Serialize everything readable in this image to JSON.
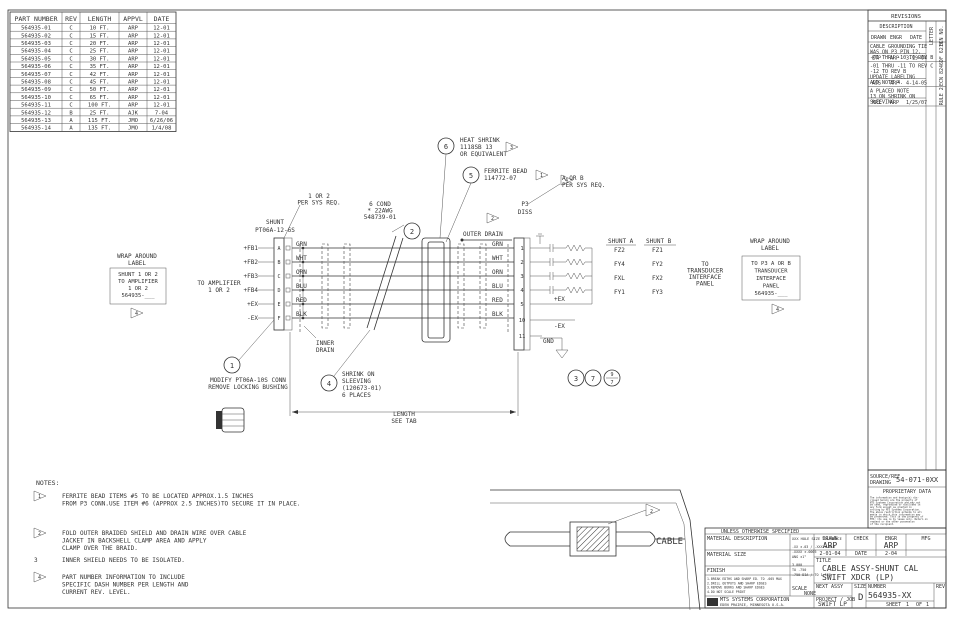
{
  "parts_table": {
    "headers": [
      "PART NUMBER",
      "REV",
      "LENGTH",
      "APPVL",
      "DATE"
    ],
    "rows": [
      [
        "564935-01",
        "C",
        "10 FT.",
        "ARP",
        "12-01"
      ],
      [
        "564935-02",
        "C",
        "15 FT.",
        "ARP",
        "12-01"
      ],
      [
        "564935-03",
        "C",
        "20 FT.",
        "ARP",
        "12-01"
      ],
      [
        "564935-04",
        "C",
        "25 FT.",
        "ARP",
        "12-01"
      ],
      [
        "564935-05",
        "C",
        "30 FT.",
        "ARP",
        "12-01"
      ],
      [
        "564935-06",
        "C",
        "35 FT.",
        "ARP",
        "12-01"
      ],
      [
        "564935-07",
        "C",
        "42 FT.",
        "ARP",
        "12-01"
      ],
      [
        "564935-08",
        "C",
        "45 FT.",
        "ARP",
        "12-01"
      ],
      [
        "564935-09",
        "C",
        "50 FT.",
        "ARP",
        "12-01"
      ],
      [
        "564935-10",
        "C",
        "65 FT.",
        "ARP",
        "12-01"
      ],
      [
        "564935-11",
        "C",
        "100 FT.",
        "ARP",
        "12-01"
      ],
      [
        "564935-12",
        "B",
        "25 FT.",
        "AJK",
        "7-04"
      ],
      [
        "564935-13",
        "A",
        "115 FT.",
        "JMO",
        "6/26/06"
      ],
      [
        "564935-14",
        "A",
        "135 FT.",
        "JMO",
        "1/4/08"
      ]
    ]
  },
  "revisions": {
    "title": "REVISIONS",
    "description_header": "DESCRIPTION",
    "sub_headers": [
      "DRAWN",
      "ENGR",
      "DATE"
    ],
    "letter_header": "LETTER",
    "ecn_header": "ECN NO.",
    "entries": [
      {
        "lines": [
          "CABLE GROUNDING TIE",
          "WAS ON P3 PIN 12,",
          "-01 THRU -10 TO REV B"
        ],
        "drawn": "ETP",
        "engr": "ARP",
        "date": "3-19-04",
        "ecn": "DF 6216"
      },
      {
        "lines": [
          "-01 THRU -11 TO REV C",
          "-12 TO REV B",
          "UPDATE LABELING",
          "ADD NOTE 4."
        ],
        "drawn": "AJS",
        "engr": "ARP",
        "date": "4-14-05",
        "ecn": "ECN 8246"
      },
      {
        "lines": [
          "A PLACED NOTE",
          "13 ON SHRINK ON",
          "SLEEVING"
        ],
        "drawn": "MRI",
        "engr": "ARP",
        "date": "1/25/07",
        "ecn": "RULE 2"
      }
    ]
  },
  "wiring": {
    "shunt_label": [
      "SHUNT",
      "PT06A-12-6S"
    ],
    "shunt_pins": [
      "+FB1",
      "+FB2",
      "+FB3",
      "+FB4",
      "+EX",
      "-EX"
    ],
    "shunt_letters": [
      "A",
      "B",
      "C",
      "D",
      "E",
      "F"
    ],
    "wire_colors": [
      "GRN",
      "WHT",
      "ORN",
      "BLU",
      "RED",
      "BLK"
    ],
    "p3_label": [
      "P3",
      "DISS"
    ],
    "p3_pins": [
      "1",
      "2",
      "3",
      "4",
      "5",
      "10",
      "11"
    ],
    "p3_colors": [
      "GRN",
      "WHT",
      "ORN",
      "BLU",
      "RED",
      "BLK"
    ],
    "shunt_a_header": "SHUNT A",
    "shunt_b_header": "SHUNT B",
    "shunt_a": [
      "FZ2",
      "FY4",
      "FXL",
      "FY1"
    ],
    "shunt_b": [
      "FZ1",
      "FY2",
      "FX2",
      "FY3"
    ],
    "ex_plus": "+EX",
    "ex_minus": "-EX",
    "gnd": "GND",
    "to_amplifier": [
      "TO AMPLIFIER",
      "1 OR 2"
    ],
    "to_transducer": [
      "TO",
      "TRANSDUCER",
      "INTERFACE",
      "PANEL"
    ],
    "one_or_two": [
      "1 OR 2",
      "PER SYS REQ."
    ],
    "six_cond": [
      "6 COND",
      "* 22AWG",
      "548739-01"
    ],
    "heat_shrink": [
      "HEAT SHRINK",
      "1118SB 13",
      "OR EQUIVALENT"
    ],
    "ferrite": [
      "FERRITE BEAD",
      "114772-07"
    ],
    "a_or_b": [
      "A OR B",
      "PER SYS REQ."
    ],
    "outer_drain": "OUTER DRAIN",
    "inner_drain": [
      "INNER",
      "DRAIN"
    ],
    "shrink_on": [
      "SHRINK ON",
      "SLEEVING",
      "(120673-01)",
      "6 PLACES"
    ],
    "modify": [
      "MODIFY PT06A-10S CONN",
      "REMOVE LOCKING BUSHING"
    ],
    "length": [
      "LENGTH",
      "SEE TAB"
    ],
    "wrap_left_title": [
      "WRAP AROUND",
      "LABEL"
    ],
    "wrap_left_box": [
      "SHUNT 1 OR 2",
      "TO AMPLIFIER",
      "1 OR 2",
      "564935-___"
    ],
    "wrap_right_title": [
      "WRAP AROUND",
      "LABEL"
    ],
    "wrap_right_box": [
      "TO P3 A OR B",
      "TRANSDUCER",
      "INTERFACE",
      "PANEL",
      "564935-___"
    ],
    "balloons": [
      "1",
      "2",
      "3",
      "4",
      "5",
      "6",
      "7"
    ],
    "balloon_fraction": [
      "9",
      "7"
    ],
    "flag_notes": [
      "1",
      "2",
      "3",
      "4"
    ],
    "cable_label": "CABLE"
  },
  "notes": {
    "title": "NOTES:",
    "items": [
      {
        "num": "1",
        "flag": true,
        "lines": [
          "FERRITE BEAD ITEMS #5 TO BE LOCATED APPROX.1.5 INCHES",
          "FROM P3 CONN.USE ITEM #6 (APPROX 2.5 INCHES)TO SECURE IT IN PLACE."
        ]
      },
      {
        "num": "2",
        "flag": true,
        "lines": [
          "FOLD OUTER BRAIDED SHIELD AND DRAIN WIRE OVER CABLE",
          "JACKET IN BACKSHELL CLAMP AREA AND APPLY",
          "CLAMP OVER THE BRAID."
        ]
      },
      {
        "num": "3",
        "flag": false,
        "lines": [
          "INNER SHIELD NEEDS TO BE ISOLATED."
        ]
      },
      {
        "num": "4",
        "flag": true,
        "lines": [
          "PART NUMBER INFORMATION TO INCLUDE",
          "SPECIFIC DASH NUMBER PER LENGTH AND",
          "CURRENT REV. LEVEL."
        ]
      }
    ]
  },
  "title_block": {
    "source_label": "SOURCE/REF",
    "drawing_label": "DRAWING",
    "source_number": "54-071-0XX",
    "proprietary_title": "PROPRIETARY DATA",
    "proprietary_text": [
      "The information and design(s) dis-",
      "closed herein are the property of",
      "MTS Systems Corporation and may not",
      "be used, reproduced or disclosed in",
      "any form except as granted in",
      "writing by MTS Systems Corporation.",
      "The above restriction extends to all",
      "media in which this information may",
      "be preserved. This is the property of",
      "MTS; its use is by lease only. Return on",
      "request or the other possession",
      "of the recipient."
    ],
    "drawn_label": "DRAWN",
    "check_label": "CHECK",
    "engr_label": "ENGR",
    "mfg_label": "MFG",
    "drawn_value": "ARP",
    "check_value": "",
    "engr_value": "ARP",
    "mfg_value": "",
    "date_label": "DATE",
    "drawn_date": "2-01-04",
    "engr_date": "2-04",
    "unless": "UNLESS OTHERWISE SPECIFIED",
    "material_description": "MATERIAL DESCRIPTION",
    "material_size": "MATERIAL SIZE",
    "finish": "FINISH",
    "xxx_hole": "XXX HOLE SIZE TOLERANCE",
    "tol_lines": [
      ".XX ±.03 / .XXX ±.010",
      ".XXXX ±.0005",
      "ANG ±1°"
    ],
    "basic_dims": [
      "3.000",
      "TO .750",
      ".750 DIA / TO 1.530"
    ],
    "scale_label": "SCALE",
    "scale_value": "NONE",
    "notes_small": [
      "1.BREAK EDTHS AND SHARP ED. TO .005 MAX",
      "2.DRILL OUTPUTS AND SHARP EDGES",
      "3.REMOVE BURRS AND SHARP EDGES",
      "4.DO NOT SCALE PRINT"
    ],
    "sheet_label": "SHEET",
    "of_label": "OF",
    "sheet_value": "1",
    "sheet_of": "1",
    "title_label": "TITLE",
    "title_lines": [
      "CABLE ASSY-SHUNT CAL",
      "SWIFT XDCR (LP)"
    ],
    "company": [
      "MTS SYSTEMS CORPORATION",
      "EDEN PRAIRIE, MINNESOTA U.S.A."
    ],
    "next_assy": "NEXT ASSY",
    "project": "PROJECT / JOB",
    "project_value": "SWIFT LP",
    "size_label": "SIZE",
    "size_value": "D",
    "number_label": "NUMBER",
    "number_value": "564935-XX",
    "rev_label": "REV",
    "first_angle": "FIRST ANGLE PROJ.",
    "third_angle": "3RD ANGLE PROJ."
  }
}
